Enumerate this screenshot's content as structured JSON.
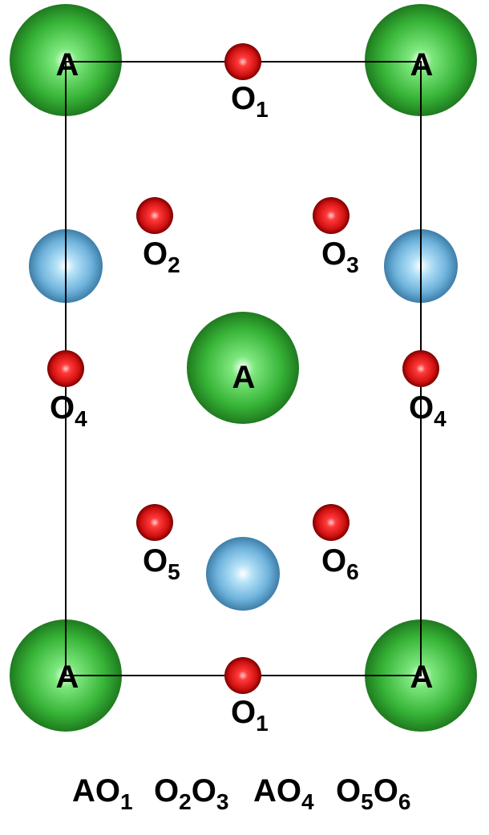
{
  "colors": {
    "background": "#ffffff",
    "cell_line": "#000000",
    "atom_A": "#3cb83c",
    "atom_B": "#7ec4ea",
    "atom_O": "#e01818"
  },
  "atoms": {
    "A_top_left": {
      "label": "A"
    },
    "A_top_right": {
      "label": "A"
    },
    "A_center": {
      "label": "A"
    },
    "A_bottom_left": {
      "label": "A"
    },
    "A_bottom_right": {
      "label": "A"
    },
    "O1_top": {
      "base": "O",
      "sub": "1"
    },
    "O2": {
      "base": "O",
      "sub": "2"
    },
    "O3": {
      "base": "O",
      "sub": "3"
    },
    "O4_left": {
      "base": "O",
      "sub": "4"
    },
    "O4_right": {
      "base": "O",
      "sub": "4"
    },
    "O5": {
      "base": "O",
      "sub": "5"
    },
    "O6": {
      "base": "O",
      "sub": "6"
    },
    "O1_bottom": {
      "base": "O",
      "sub": "1"
    }
  },
  "legend": [
    {
      "parts": [
        {
          "t": "AO"
        },
        {
          "t": "1",
          "sub": true
        }
      ]
    },
    {
      "parts": [
        {
          "t": "O"
        },
        {
          "t": "2",
          "sub": true
        },
        {
          "t": "O"
        },
        {
          "t": "3",
          "sub": true
        }
      ]
    },
    {
      "parts": [
        {
          "t": "AO"
        },
        {
          "t": "4",
          "sub": true
        }
      ]
    },
    {
      "parts": [
        {
          "t": "O"
        },
        {
          "t": "5",
          "sub": true
        },
        {
          "t": "O"
        },
        {
          "t": "6",
          "sub": true
        }
      ]
    }
  ]
}
